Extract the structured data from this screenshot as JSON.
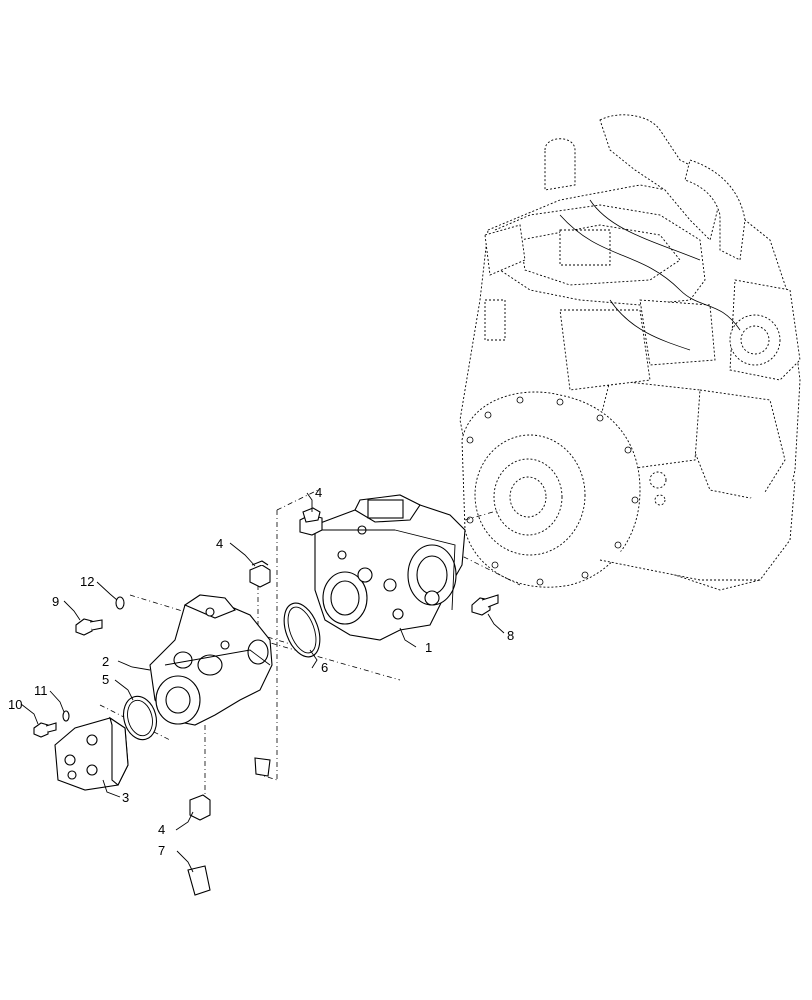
{
  "diagram": {
    "callouts": {
      "c1": "1",
      "c2": "2",
      "c3": "3",
      "c4a": "4",
      "c4b": "4",
      "c4c": "4",
      "c5": "5",
      "c6": "6",
      "c7": "7",
      "c8": "8",
      "c9": "9",
      "c10": "10",
      "c11": "11",
      "c12": "12"
    }
  }
}
